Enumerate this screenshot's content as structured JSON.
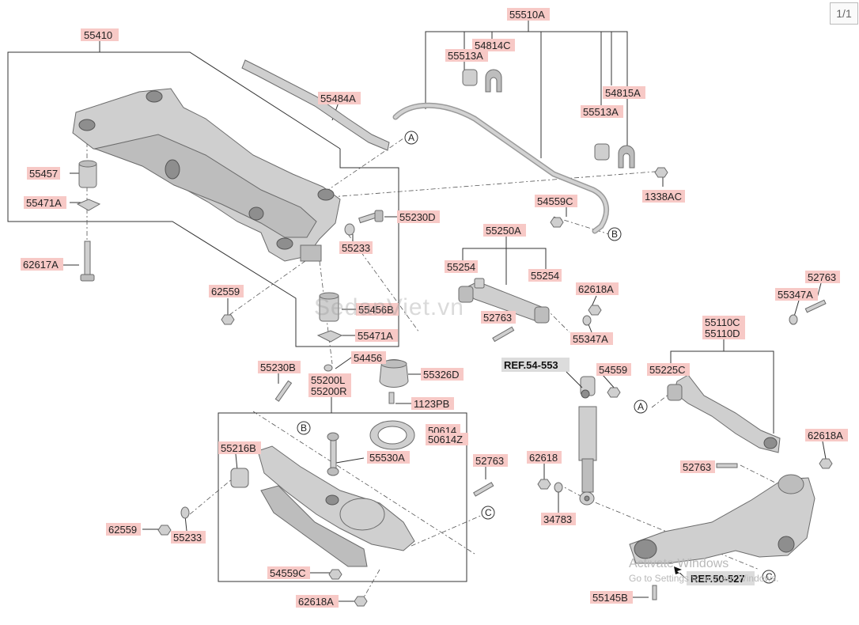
{
  "page_indicator": "1/1",
  "watermark_logo": "SedanViet.vn",
  "os_watermark": {
    "line1": "Activate Windows",
    "line2": "Go to Settings to activate Windows."
  },
  "parts": {
    "p55410": "55410",
    "p55510A": "55510A",
    "p54814C": "54814C",
    "p55513A_1": "55513A",
    "p55484A": "55484A",
    "p54815A": "54815A",
    "p55513A_2": "55513A",
    "p55457": "55457",
    "p55471A_1": "55471A",
    "p1338AC": "1338AC",
    "p54559C_1": "54559C",
    "p55230D": "55230D",
    "p55233_1": "55233",
    "p55250A": "55250A",
    "p62617A": "62617A",
    "p55254_1": "55254",
    "p55254_2": "55254",
    "p62559_1": "62559",
    "p62618A_1": "62618A",
    "p52763_1": "52763",
    "p55456B": "55456B",
    "p52763_2": "52763",
    "p55347A_1": "55347A",
    "p55471A_2": "55471A",
    "p55347A_2": "55347A",
    "p55110C": "55110C",
    "p55110D": "55110D",
    "p54456": "54456",
    "p55230B": "55230B",
    "p55326D": "55326D",
    "p54559_1": "54559",
    "p55225C": "55225C",
    "p55200L": "55200L",
    "p55200R": "55200R",
    "p1123PB": "1123PB",
    "p50614": "50614",
    "p50614Z": "50614Z",
    "p55216B": "55216B",
    "p55530A": "55530A",
    "p62618": "62618",
    "p52763_3": "52763",
    "p52763_4": "52763",
    "p62618A_2": "62618A",
    "p62559_2": "62559",
    "p55233_2": "55233",
    "p34783": "34783",
    "p54559C_2": "54559C",
    "p62618A_3": "62618A",
    "p55145B": "55145B"
  },
  "refs": {
    "ref1": "REF.54-553",
    "ref2": "REF.50-527"
  },
  "callouts": {
    "A": "A",
    "B": "B",
    "C": "C"
  }
}
